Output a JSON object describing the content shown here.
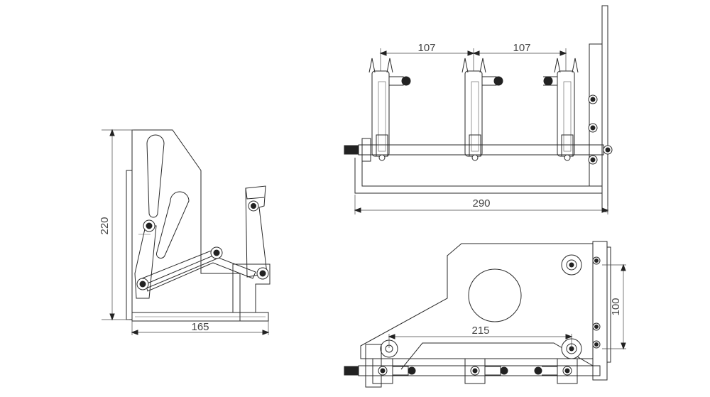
{
  "dimensions": {
    "left_height": "220",
    "left_width": "165",
    "top_spacing_a": "107",
    "top_spacing_b": "107",
    "top_width": "290",
    "bottom_spacing": "215",
    "bottom_height": "100"
  }
}
